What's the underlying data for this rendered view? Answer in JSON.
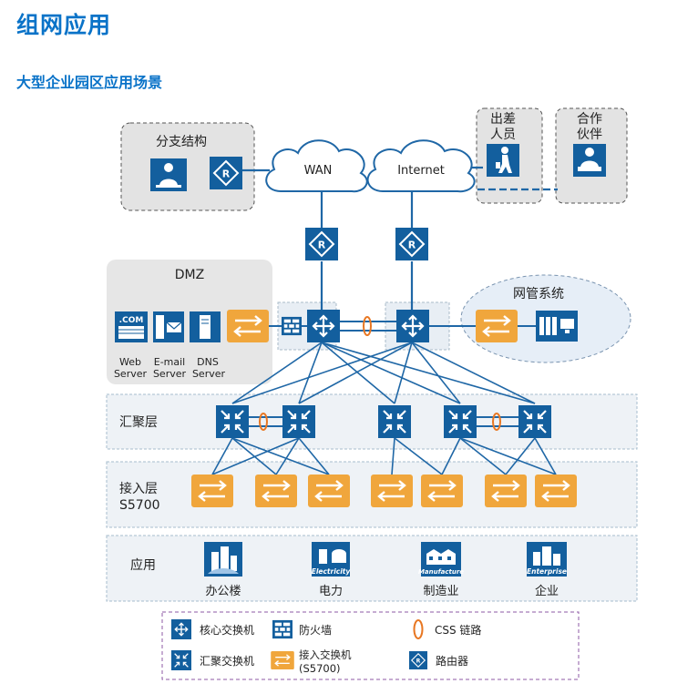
{
  "page": {
    "title": "组网应用",
    "subtitle": "大型企业园区应用场景"
  },
  "diagram": {
    "branch_label": "分支结构",
    "wan_label": "WAN",
    "internet_label": "Internet",
    "mobile_label": [
      "出差",
      "人员"
    ],
    "partner_label": [
      "合作",
      "伙伴"
    ],
    "dmz_label": "DMZ",
    "com_label": ".COM",
    "servers": [
      {
        "line1": "Web",
        "line2": "Server"
      },
      {
        "line1": "E-mail",
        "line2": "Server"
      },
      {
        "line1": "DNS",
        "line2": "Server"
      }
    ],
    "nms_label": "网管系统",
    "layers": {
      "aggregation": "汇聚层",
      "access_line1": "接入层",
      "access_line2": "S5700",
      "application": "应用"
    },
    "apps": [
      {
        "label": "办公楼",
        "icon_text": ""
      },
      {
        "label": "电力",
        "icon_text": "Electricity"
      },
      {
        "label": "制造业",
        "icon_text": "Manufacture"
      },
      {
        "label": "企业",
        "icon_text": "Enterprise"
      }
    ]
  },
  "legend": {
    "core_switch": "核心交换机",
    "firewall": "防火墙",
    "css_link": "CSS 链路",
    "agg_switch": "汇聚交换机",
    "access_switch_line1": "接入交换机",
    "access_switch_line2": "(S5700)",
    "router": "路由器"
  },
  "colors": {
    "heading": "#0a73c8",
    "device_blue": "#135f9e",
    "link_blue": "#1f67a6",
    "access_orange": "#f0a63c",
    "css_ring": "#e87722",
    "layer_band": "#eef2f6",
    "legend_border": "#8e5aa6"
  }
}
